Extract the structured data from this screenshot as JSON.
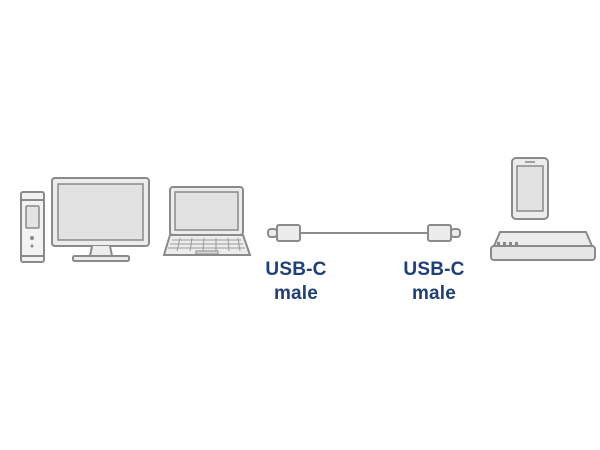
{
  "connectors": {
    "left": {
      "type": "USB-C",
      "gender": "male"
    },
    "right": {
      "type": "USB-C",
      "gender": "male"
    }
  },
  "icons": {
    "tower": "desktop-tower-icon",
    "monitor": "monitor-icon",
    "laptop": "laptop-icon",
    "cable": "usb-c-cable-icon",
    "phone": "smartphone-icon",
    "dock": "docking-station-icon"
  },
  "colors": {
    "outline": "#8a8a8a",
    "fill": "#e6e6e6",
    "label": "#1f3f78"
  }
}
